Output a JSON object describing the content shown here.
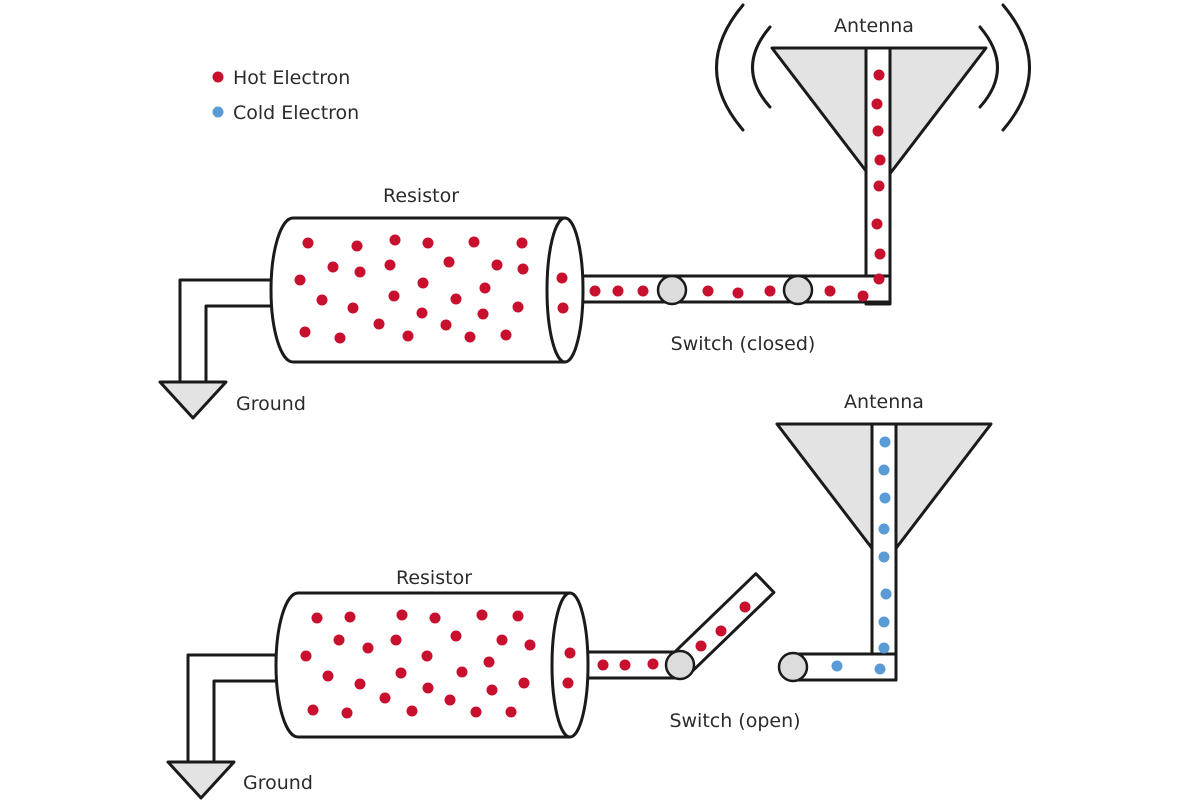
{
  "legend": {
    "hot_label": "Hot Electron",
    "cold_label": "Cold Electron"
  },
  "colors": {
    "hot": "#c8102e",
    "cold": "#5b9bd5",
    "cone_fill": "#e3e3e3",
    "switch_fill": "#dcdcdc"
  },
  "top": {
    "resistor_label": "Resistor",
    "antenna_label": "Antenna",
    "switch_label": "Switch (closed)",
    "ground_label": "Ground"
  },
  "bottom": {
    "resistor_label": "Resistor",
    "antenna_label": "Antenna",
    "switch_label": "Switch (open)",
    "ground_label": "Ground"
  }
}
